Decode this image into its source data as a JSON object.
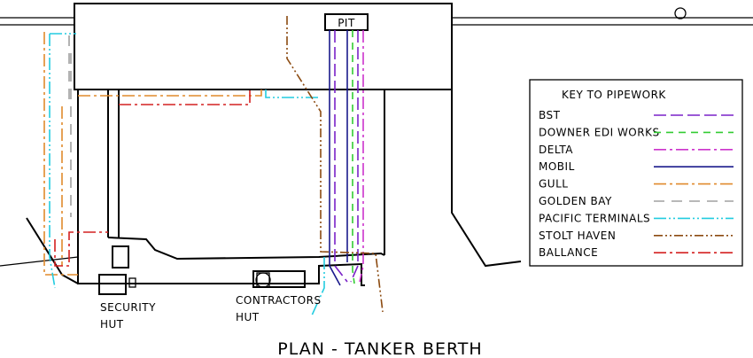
{
  "title": "PLAN - TANKER BERTH",
  "pit_label": "PIT",
  "labels": {
    "security_hut": [
      "SECURITY",
      "HUT"
    ],
    "contractors_hut": [
      "CONTRACTORS",
      "HUT"
    ]
  },
  "key": {
    "title": "KEY TO PIPEWORK",
    "items": [
      {
        "label": "BST",
        "color": "#7a22c8",
        "dash": "14 5"
      },
      {
        "label": "DOWNER EDI WORKS",
        "color": "#33cc33",
        "dash": "8 6"
      },
      {
        "label": "DELTA",
        "color": "#cc33cc",
        "dash": "14 4 3 4"
      },
      {
        "label": "MOBIL",
        "color": "#1a1a8c",
        "dash": ""
      },
      {
        "label": "GULL",
        "color": "#e08a2c",
        "dash": "14 4 3 4"
      },
      {
        "label": "GOLDEN BAY",
        "color": "#a0a0a0",
        "dash": "12 8"
      },
      {
        "label": "PACIFIC TERMINALS",
        "color": "#22cce0",
        "dash": "14 3 2 3 2 3"
      },
      {
        "label": "STOLT HAVEN",
        "color": "#8b4a10",
        "dash": "10 3 2 3 2 3"
      },
      {
        "label": "BALLANCE",
        "color": "#d42020",
        "dash": "14 4 3 4"
      }
    ]
  }
}
